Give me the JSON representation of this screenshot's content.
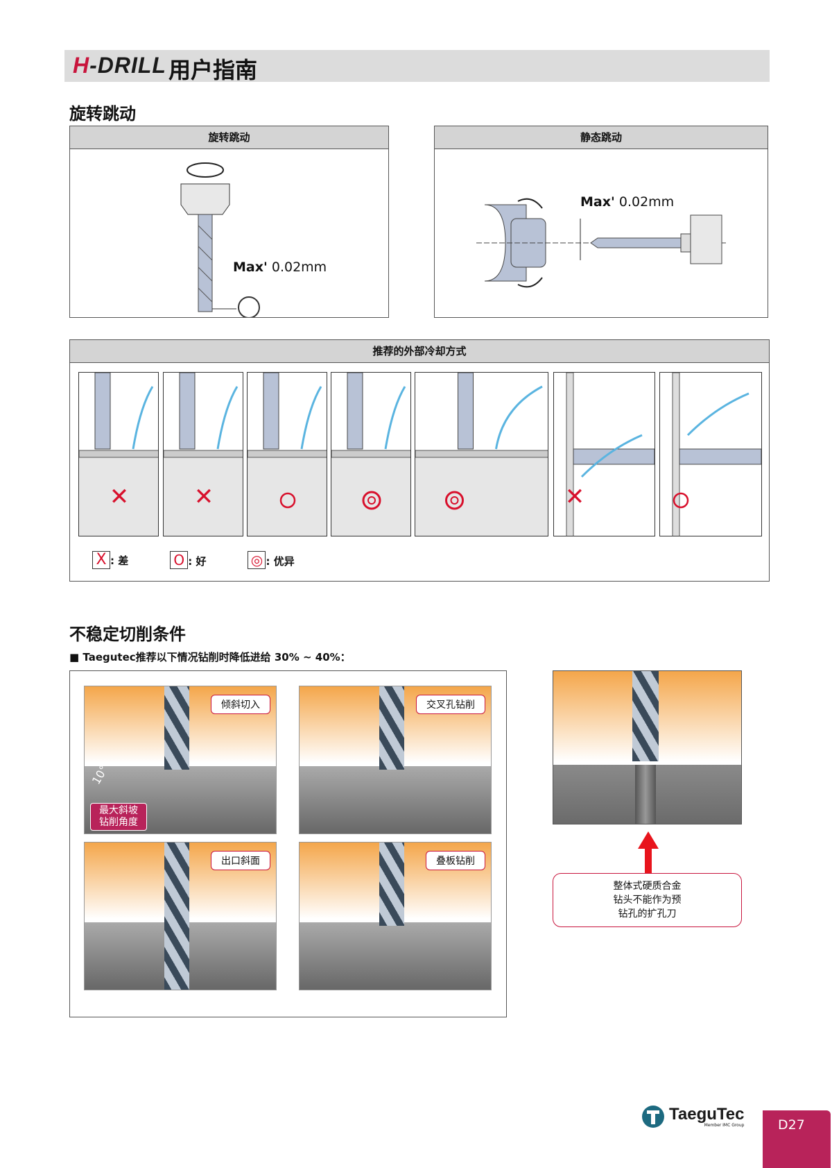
{
  "header": {
    "brand": "H-DRILL",
    "title": "用户指南"
  },
  "runout": {
    "section_title": "旋转跳动",
    "rotating": {
      "title": "旋转跳动",
      "label_bold": "Max'",
      "label_value": "0.02mm"
    },
    "static": {
      "title": "静态跳动",
      "label_bold": "Max'",
      "label_value": "0.02mm"
    }
  },
  "cooling": {
    "title": "推荐的外部冷却方式",
    "panels": [
      {
        "rating": "poor"
      },
      {
        "rating": "poor"
      },
      {
        "rating": "good"
      },
      {
        "rating": "excellent"
      },
      {
        "rating": "excellent"
      },
      {
        "rating": "poor"
      },
      {
        "rating": "good"
      }
    ],
    "legend": [
      {
        "symbol": "X",
        "label": ": 差"
      },
      {
        "symbol": "O",
        "label": ": 好"
      },
      {
        "symbol": "◎",
        "label": ": 优异"
      }
    ],
    "colors": {
      "mark": "#d8102c",
      "coolant": "#5ab4e0"
    }
  },
  "unstable": {
    "section_title": "不稳定切削条件",
    "subtitle": "■ Taegutec推荐以下情况钻削时降低进给 30% ~ 40%：",
    "cases": [
      {
        "label": "倾斜切入",
        "angle": "10°",
        "note_line1": "最大斜坡",
        "note_line2": "钻削角度"
      },
      {
        "label": "交叉孔钻削"
      },
      {
        "label": "出口斜面"
      },
      {
        "label": "叠板钻削"
      }
    ],
    "warning": {
      "line1": "整体式硬质合金",
      "line2": "钻头不能作为预",
      "line3": "钻孔的扩孔刀"
    }
  },
  "footer": {
    "logo": "TaeguTec",
    "logo_sub": "Member IMC Group",
    "page": "D27",
    "accent": "#b8235a"
  }
}
